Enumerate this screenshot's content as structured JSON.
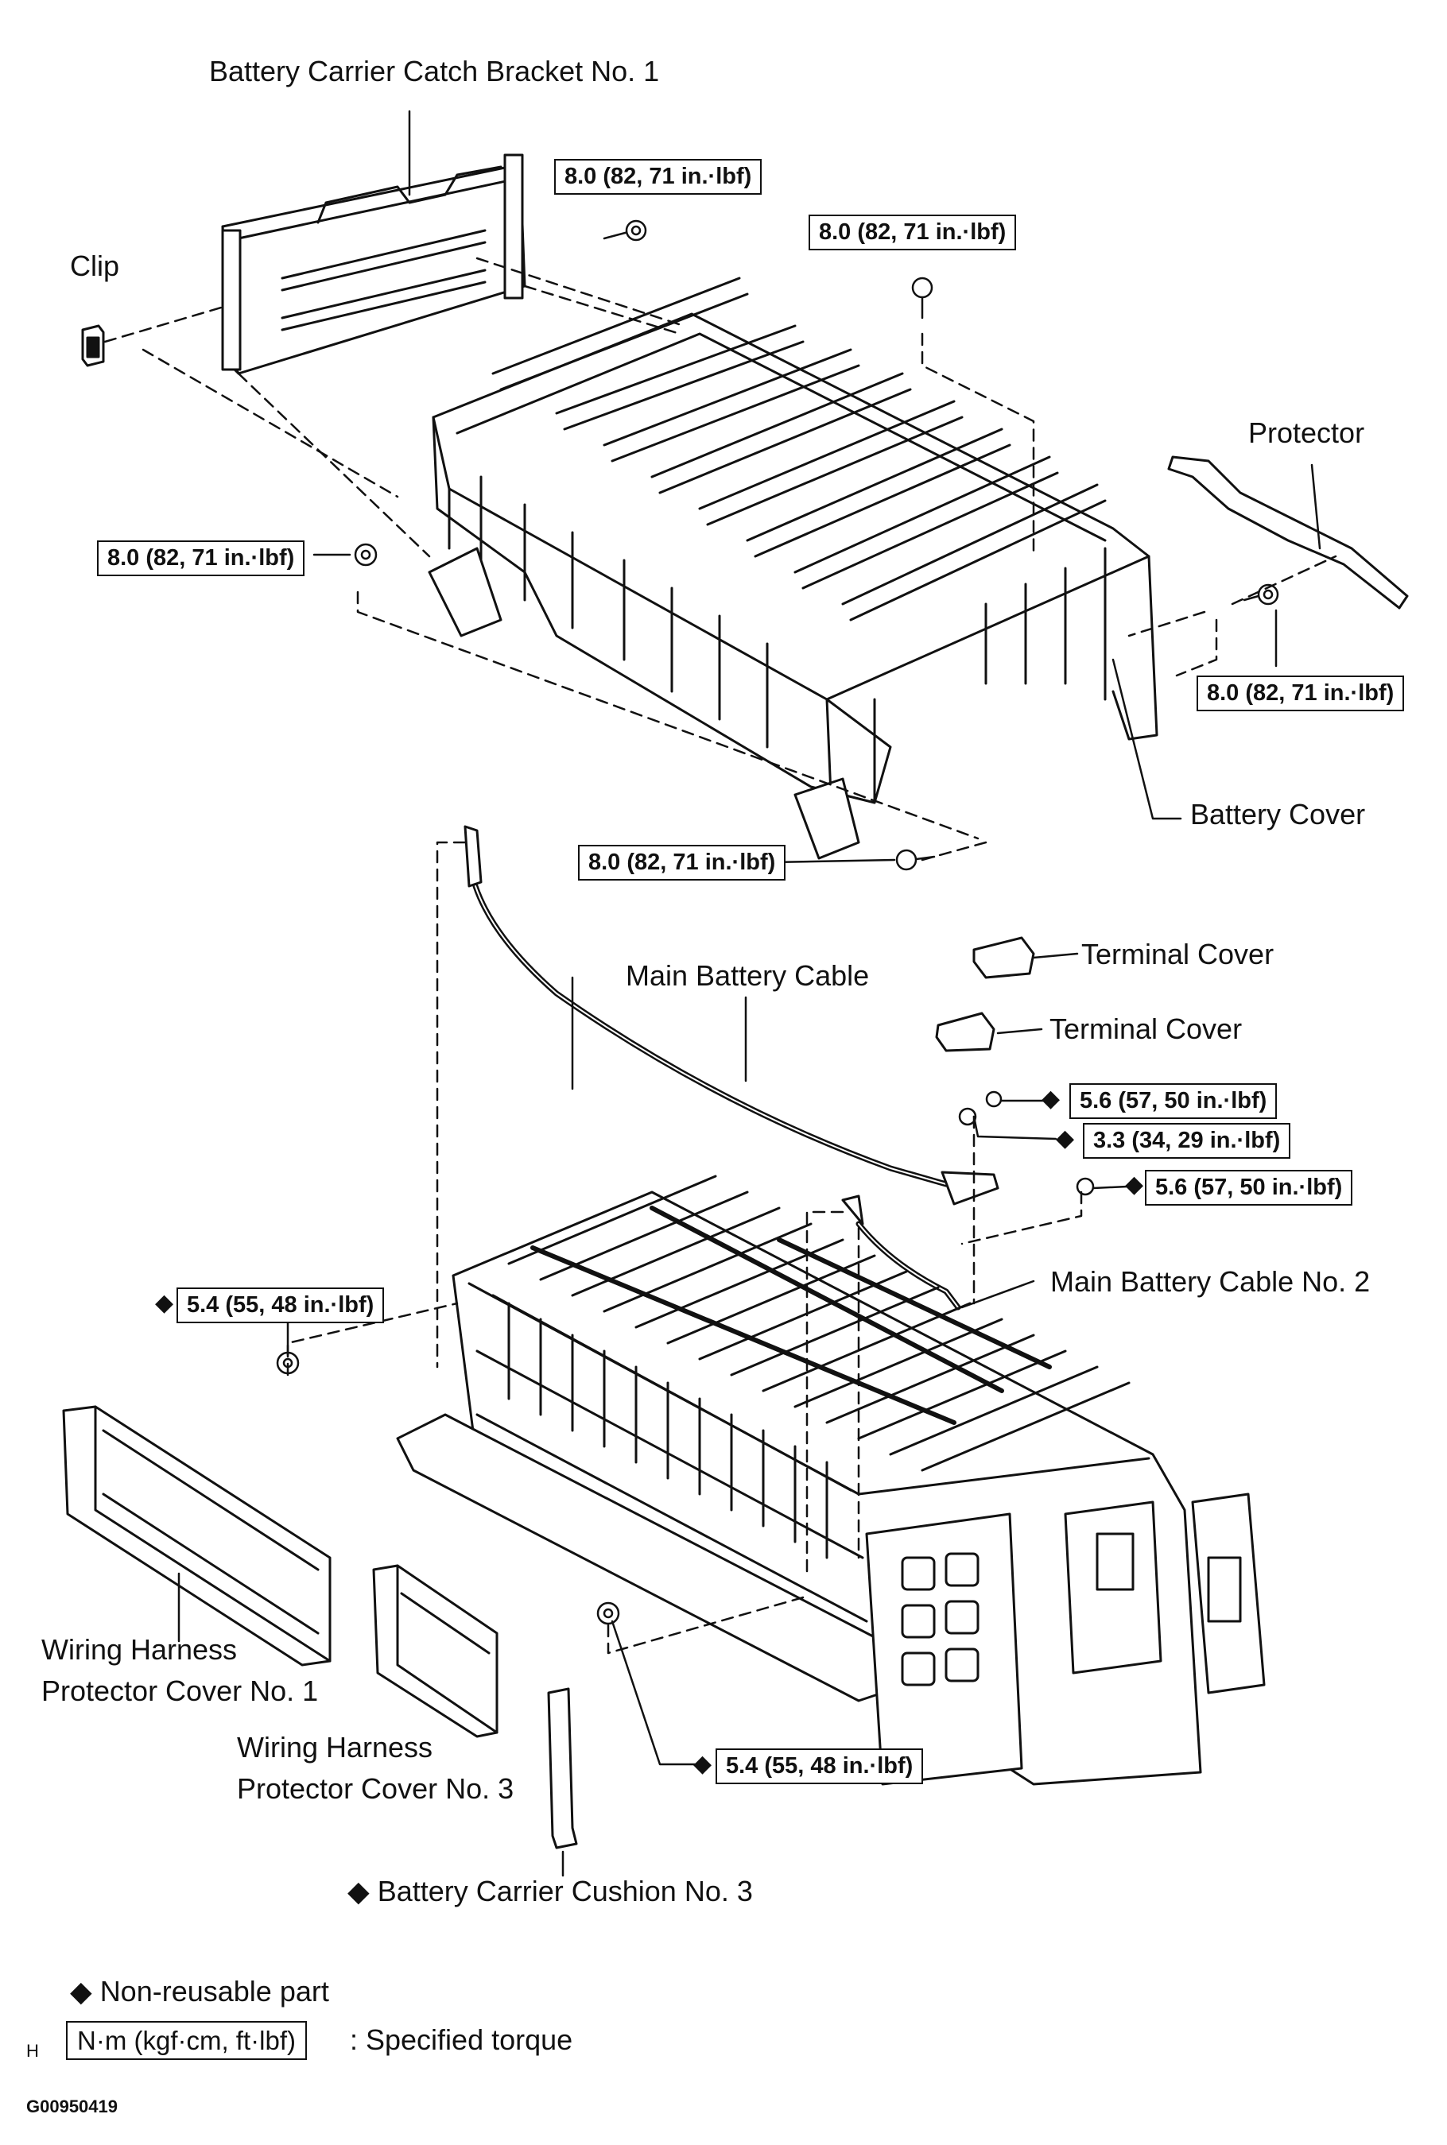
{
  "labels": {
    "bracket": "Battery Carrier Catch Bracket No. 1",
    "clip": "Clip",
    "protector": "Protector",
    "battery_cover": "Battery Cover",
    "main_cable": "Main Battery Cable",
    "terminal_cover_1": "Terminal Cover",
    "terminal_cover_2": "Terminal Cover",
    "main_cable_2": "Main Battery Cable No. 2",
    "harness_cover_1": "Wiring Harness\nProtector Cover No. 1",
    "harness_cover_3": "Wiring Harness\nProtector Cover No. 3",
    "cushion": "◆ Battery Carrier Cushion No. 3"
  },
  "torques": {
    "t1": "8.0 (82, 71 in.·lbf)",
    "t2": "8.0 (82, 71 in.·lbf)",
    "t3": "8.0 (82, 71 in.·lbf)",
    "t4": "8.0 (82, 71 in.·lbf)",
    "t5": "8.0 (82, 71 in.·lbf)",
    "t6": "5.6 (57, 50 in.·lbf)",
    "t7": "3.3 (34, 29 in.·lbf)",
    "t8": "5.6 (57, 50 in.·lbf)",
    "t9": "5.4 (55, 48 in.·lbf)",
    "t10": "5.4 (55, 48 in.·lbf)"
  },
  "legend": {
    "nonreusable": "◆ Non-reusable part",
    "torque_unit": "N·m (kgf·cm, ft·lbf)",
    "torque_desc": ": Specified torque",
    "corner_letter": "H",
    "code": "G00950419"
  }
}
